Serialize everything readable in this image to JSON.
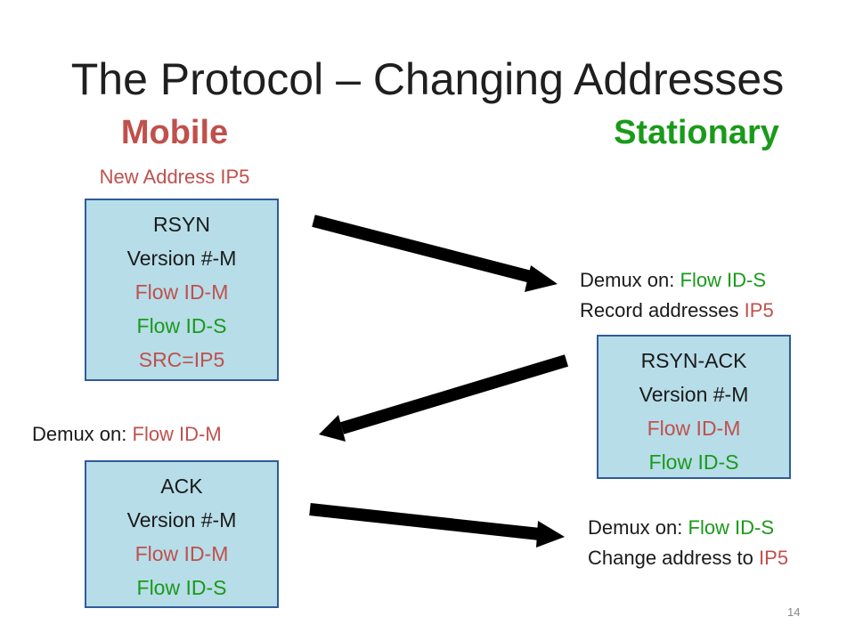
{
  "title": "The Protocol – Changing Addresses",
  "mobile": {
    "heading": "Mobile",
    "subheading": "New Address IP5"
  },
  "stationary": {
    "heading": "Stationary"
  },
  "rsyn_box": {
    "lines": [
      "RSYN",
      "Version #-M",
      "Flow ID-M",
      "Flow ID-S",
      "SRC=IP5"
    ]
  },
  "rsyn_ack_box": {
    "lines": [
      "RSYN-ACK",
      "Version #-M",
      "Flow ID-M",
      "Flow ID-S"
    ]
  },
  "ack_box": {
    "lines": [
      "ACK",
      "Version #-M",
      "Flow ID-M",
      "Flow ID-S"
    ]
  },
  "notes": {
    "stationary_1": {
      "demux_prefix": "Demux on: ",
      "demux_value": "Flow ID-S",
      "record_prefix": "Record addresses ",
      "record_value": "IP5"
    },
    "mobile": {
      "demux_prefix": "Demux on: ",
      "demux_value": "Flow ID-M"
    },
    "stationary_2": {
      "demux_prefix": "Demux on: ",
      "demux_value": "Flow ID-S",
      "change_prefix": "Change address to ",
      "change_value": "IP5"
    }
  },
  "page_number": "14",
  "colors": {
    "mobile": "#c0504d",
    "stationary": "#1a9a1a",
    "box_fill": "#b7dde8",
    "box_border": "#2f5b9a",
    "arrow": "#000000"
  }
}
